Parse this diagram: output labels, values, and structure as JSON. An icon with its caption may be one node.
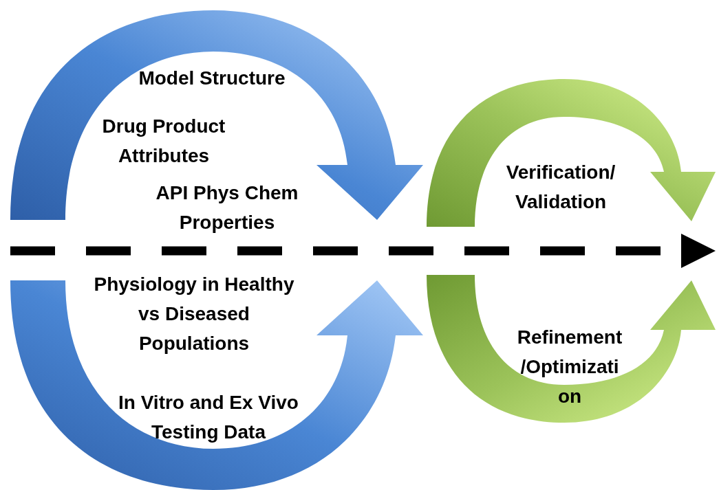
{
  "diagram": {
    "labels": [
      "Model Structure",
      "Drug Product Attributes",
      "API Phys Chem Properties",
      "Physiology in Healthy vs Diseased Populations",
      "In Vitro and Ex Vivo Testing Data",
      "Verification/ Validation",
      "Refinement /Optimizati on"
    ]
  }
}
